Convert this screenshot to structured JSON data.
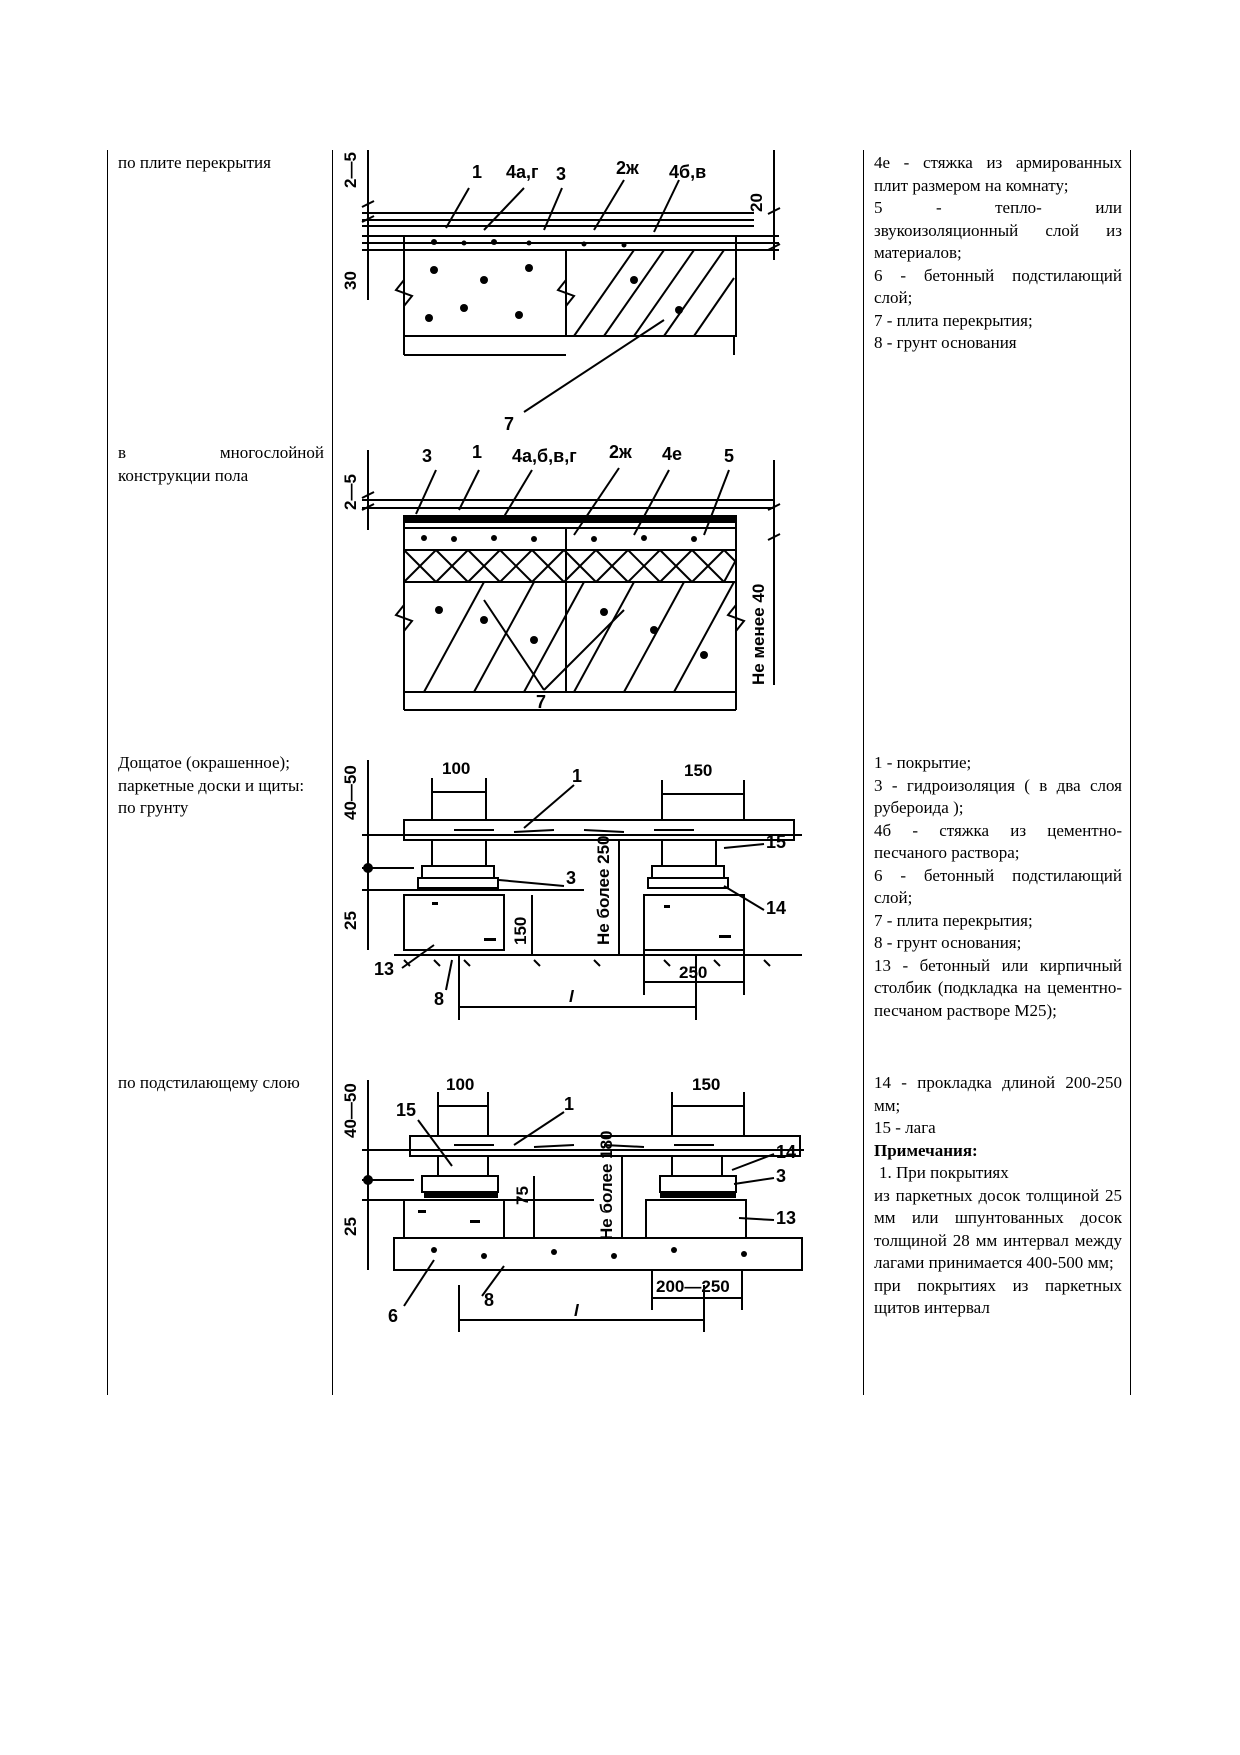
{
  "rows": [
    {
      "label_lines": [
        "по плите перекрытия"
      ],
      "figure": {
        "leaders": [
          "1",
          "4а,г",
          "3",
          "2ж",
          "4б,в",
          "7"
        ],
        "dims": [
          "2—5",
          "30",
          "20"
        ]
      },
      "legend": [
        "4е - стяжка из армированных плит размером на комнату;",
        "5 - тепло- или звукоизоляционный слой из материалов;",
        "6 - бетонный подстилающий слой;",
        "7 - плита перекрытия;",
        " 8 - грунт основания"
      ]
    },
    {
      "label_lines": [
        "в многослойной конструкции пола"
      ],
      "figure": {
        "leaders": [
          "3",
          "1",
          "4а,б,в,г",
          "2ж",
          "4е",
          "5",
          "7"
        ],
        "dims": [
          "2—5",
          "Не менее 40"
        ]
      },
      "legend": []
    },
    {
      "label_lines": [
        "Дощатое (окрашенное);",
        "паркетные доски и щиты:",
        "по грунту"
      ],
      "figure": {
        "leaders": [
          "1",
          "15",
          "3",
          "14",
          "13",
          "8"
        ],
        "dims": [
          "100",
          "150",
          "40—50",
          "25",
          "150",
          "Не более 250",
          "250",
          "l"
        ]
      },
      "legend": [
        "1 - покрытие;",
        "3 - гидроизоляция ( в два слоя рубероида );",
        "4б - стяжка из цементно-песчаного раствора;",
        "6 - бетонный подстилающий слой;",
        "7 - плита перекрытия;",
        "8 - грунт основания;",
        "13 - бетонный или кирпичный столбик (подкладка на цементно-песчаном растворе М25);"
      ]
    },
    {
      "label_lines": [
        "по подстилающему слою"
      ],
      "figure": {
        "leaders": [
          "15",
          "1",
          "14",
          "3",
          "13",
          "6",
          "8"
        ],
        "dims": [
          "100",
          "150",
          "40—50",
          "25",
          "75",
          "Не более 180",
          "200—250",
          "l"
        ]
      },
      "legend": [
        "14 - прокладка длиной 200-250 мм;",
        "15 - лага"
      ],
      "notes_title": "Примечания:",
      "notes": [
        "1.   При покрытиях",
        "из паркетных досок толщиной 25 мм или шпунтованных досок толщиной 28 мм интервал между лагами принимается 400-500 мм;",
        "при покрытиях из паркетных щитов интервал"
      ]
    }
  ]
}
